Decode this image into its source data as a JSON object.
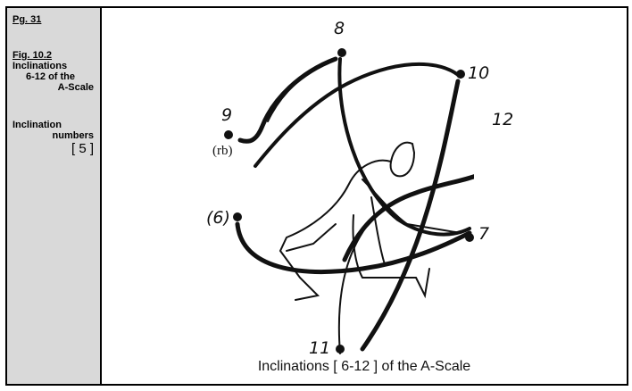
{
  "sidebar": {
    "page": "Pg. 31",
    "figure_ref": "Fig. 10.2",
    "figure_title_line1": "Inclinations",
    "figure_title_line2": "6-12 of the",
    "figure_title_line3": "A-Scale",
    "inclination_label_line1": "Inclination",
    "inclination_label_line2": "numbers",
    "inclination_count": "[ 5 ]"
  },
  "figure": {
    "labels": {
      "p6": "(6)",
      "p7": "7",
      "p8": "8",
      "p9": "9",
      "p10": "10",
      "p11": "11",
      "p12": "12",
      "rb": "(rb)"
    },
    "caption": "Inclinations [ 6-12 ] of the A-Scale"
  },
  "colors": {
    "sidebar_bg": "#d9d9d9",
    "border": "#000000",
    "ink": "#111111"
  }
}
